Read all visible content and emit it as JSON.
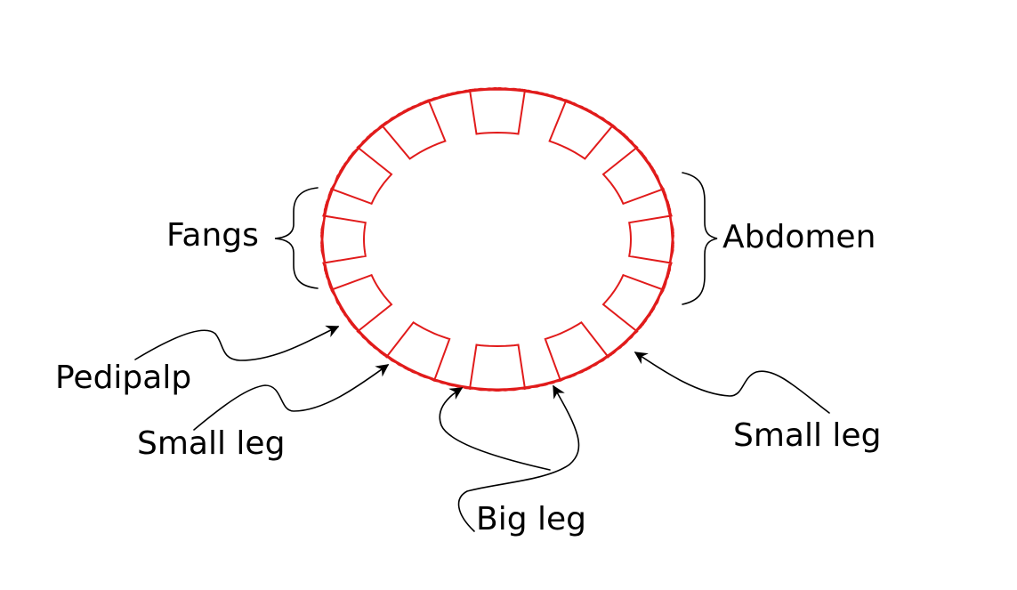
{
  "labels": {
    "fangs": "Fangs",
    "abdomen": "Abdomen",
    "pedipalp": "Pedipalp",
    "small_leg_left": "Small leg",
    "small_leg_right": "Small leg",
    "big_leg": "Big leg"
  },
  "colors": {
    "outline": "#e11b1b",
    "annotation": "#000000",
    "background": "#ffffff"
  }
}
